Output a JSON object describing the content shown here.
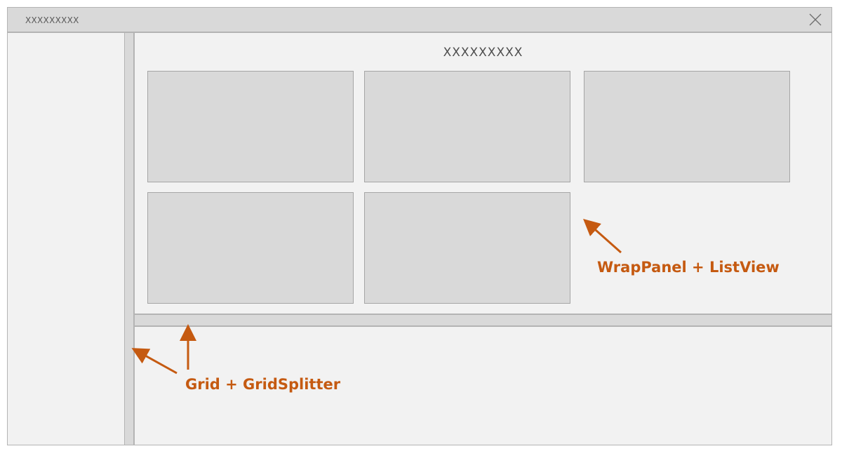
{
  "window": {
    "title": "XXXXXXXXX",
    "close_icon": "close-icon"
  },
  "top_pane": {
    "header": "XXXXXXXXX",
    "tiles": [
      {
        "row": 1,
        "col": 1
      },
      {
        "row": 1,
        "col": 2
      },
      {
        "row": 1,
        "col": 3
      },
      {
        "row": 2,
        "col": 1
      },
      {
        "row": 2,
        "col": 2
      }
    ]
  },
  "annotations": {
    "wrap_panel": "WrapPanel + ListView",
    "grid_splitter": "Grid + GridSplitter"
  },
  "colors": {
    "accent": "#c55a11",
    "panel_bg": "#f2f2f2",
    "bar_bg": "#d9d9d9",
    "border": "#b4b4b4"
  }
}
